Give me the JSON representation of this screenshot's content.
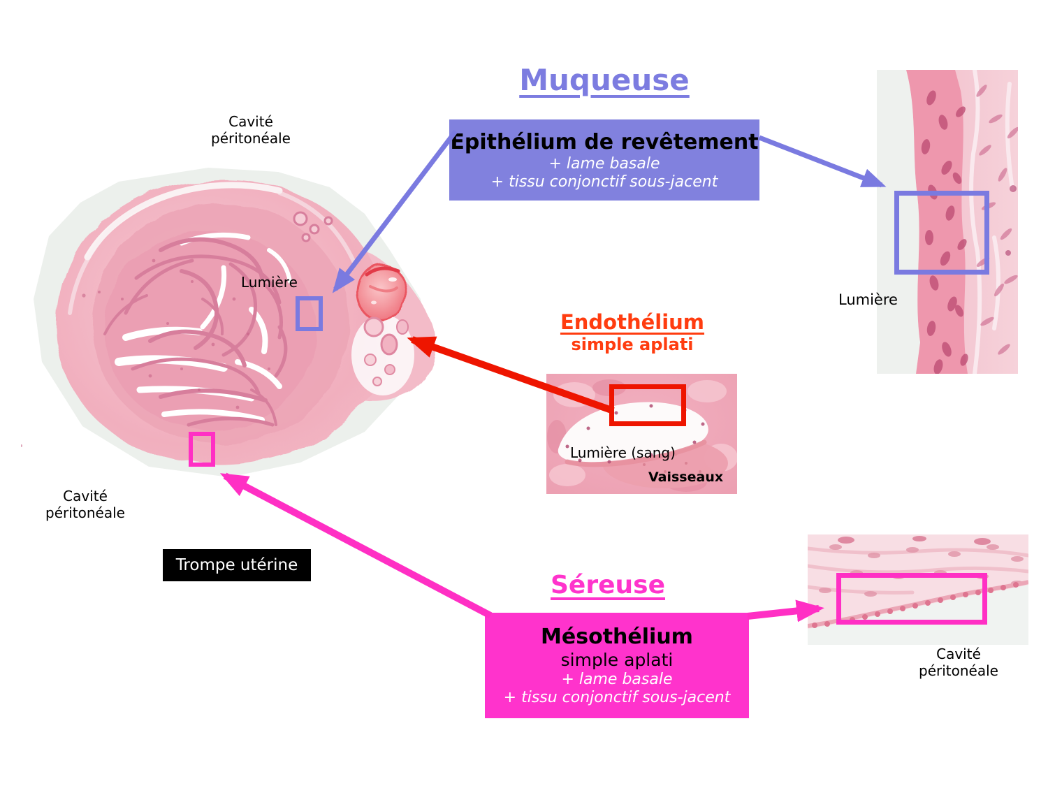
{
  "colors": {
    "purple_title": "#7c7ce0",
    "purple_box_bg": "#8181de",
    "blue_annotation": "#7a7ae0",
    "red_annotation": "#ee1500",
    "endothelium_text": "#ff3c0f",
    "magenta_box_bg": "#ff33cc",
    "pink_annotation": "#ff2fc4",
    "trompe_box_bg": "#000000"
  },
  "muqueuse": {
    "title": "Muqueuse",
    "box": {
      "heading": "Epithélium de revêtement",
      "sub1": "+ lame basale",
      "sub2": "+ tissu conjonctif sous-jacent"
    }
  },
  "endothelium": {
    "title": "Endothélium",
    "subtitle": "simple aplati"
  },
  "sereuse": {
    "title": "Séreuse",
    "box": {
      "heading": "Mésothélium",
      "sub1": "simple aplati",
      "sub2": "+ lame basale",
      "sub3": "+ tissu conjonctif sous-jacent"
    }
  },
  "section_image": {
    "cavite_top": "Cavité\npéritonéale",
    "lumiere": "Lumière",
    "cavite_bottom": "Cavité\npéritonéale",
    "trompe_label": "Trompe utérine"
  },
  "vessel_image": {
    "lumiere_sang": "Lumière (sang)",
    "vaisseaux": "Vaisseaux"
  },
  "epithelium_image": {
    "lumiere": "Lumière"
  },
  "serosa_image": {
    "cavite": "Cavité\npéritonéale"
  }
}
